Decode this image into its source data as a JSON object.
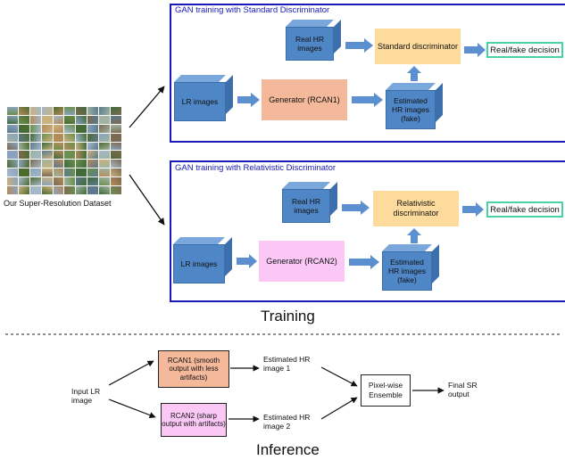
{
  "dataset": {
    "label": "Our Super-Resolution Dataset",
    "thumb_colors": [
      "#6a8f4e",
      "#a4b8c9",
      "#7d6a52",
      "#3f6b3a",
      "#c9b27e",
      "#8aa3bd",
      "#5c7a8c",
      "#b58b5a",
      "#4e6b2f",
      "#9fb3a0"
    ]
  },
  "panel_standard": {
    "title": "GAN training with Standard Discriminator",
    "lr_images": "LR images",
    "generator": "Generator (RCAN1)",
    "real_hr": "Real HR images",
    "discriminator": "Standard discriminator",
    "estimated_hr": "Estimated HR images (fake)",
    "decision": "Real/fake decision"
  },
  "panel_relativistic": {
    "title": "GAN training with Relativistic Discriminator",
    "lr_images": "LR images",
    "generator": "Generator (RCAN2)",
    "real_hr": "Real HR images",
    "discriminator": "Relativistic discriminator",
    "estimated_hr": "Estimated HR images (fake)",
    "decision": "Real/fake decision"
  },
  "training_label": "Training",
  "inference": {
    "input": "Input LR image",
    "rcan1": "RCAN1 (smooth output with less artifacts)",
    "rcan2": "RCAN2 (sharp output with artifacts)",
    "est1": "Estimated HR image 1",
    "est2": "Estimated HR image 2",
    "ensemble": "Pixel-wise Ensemble",
    "final": "Final SR output",
    "label": "Inference"
  },
  "colors": {
    "panel_border": "#1a1ab8",
    "generator1": "#f4b89a",
    "generator2": "#fbc8f6",
    "discriminator": "#fddb9c",
    "decision_border": "#49d3a0",
    "cube_blue": "#4f86c6",
    "arrow_blue": "#5b8fd0"
  }
}
